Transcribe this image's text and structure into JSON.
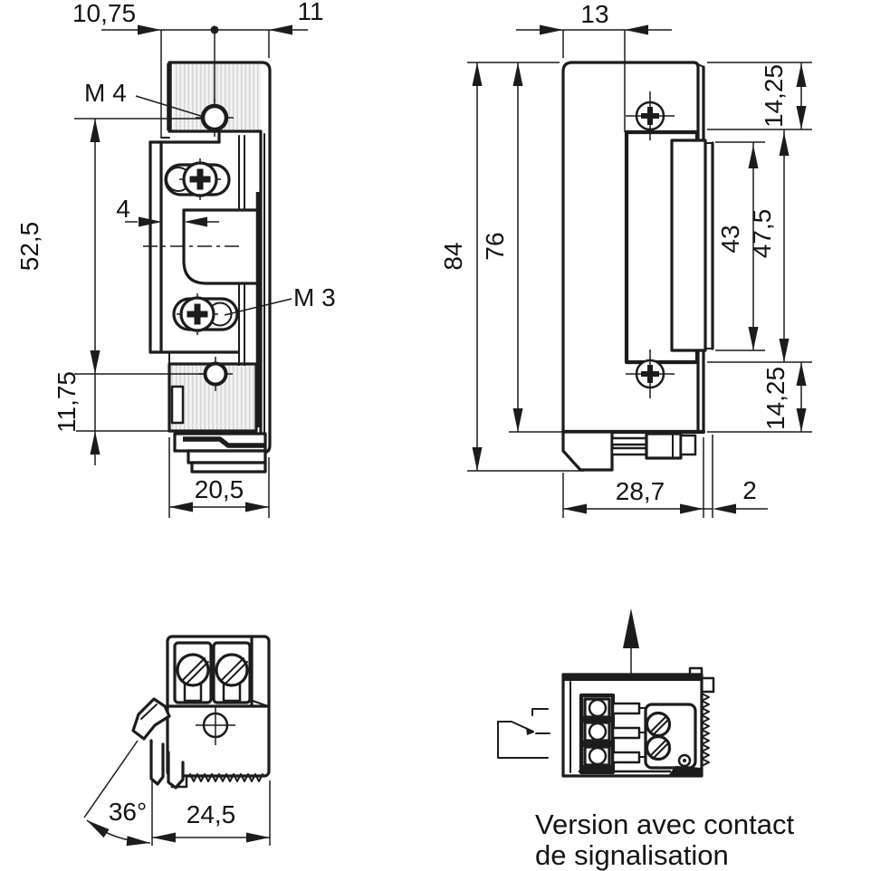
{
  "colors": {
    "line": "#1c1c1c",
    "hatch_line": "#d4d4d4",
    "hatch_bg": "#f2f2f2"
  },
  "side_view": {
    "dim_top_left": "10,75",
    "dim_top_right": "11",
    "label_m4": "M 4",
    "dim_stop_depth": "4",
    "dim_fixing_distance": "52,5",
    "label_m3": "M 3",
    "dim_bottom_offset": "11,75",
    "dim_width": "20,5"
  },
  "front_view": {
    "dim_faceplate_width": "13",
    "dim_total_height": "84",
    "dim_body_height": "76",
    "dim_top_margin": "14,25",
    "dim_keeper_height": "43",
    "dim_cutout_height": "47,5",
    "dim_bottom_margin": "14,25",
    "dim_depth": "28,7",
    "dim_lip": "2"
  },
  "top_view": {
    "dim_opening_angle": "36°",
    "dim_depth": "24,5"
  },
  "contact_view": {
    "caption_line1": "Version avec contact",
    "caption_line2": "de signalisation"
  }
}
